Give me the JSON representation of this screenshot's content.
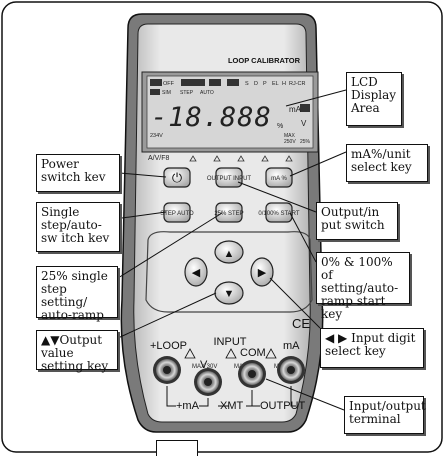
{
  "device": {
    "title": "LOOP CALIBRATOR",
    "lcd": {
      "indicators_row1": [
        "OFF",
        "S",
        "D",
        "P",
        "EL",
        "H",
        "RJ-CR"
      ],
      "indicators_row2": [
        "SIM",
        "STEP",
        "AUTO"
      ],
      "digits": "-18.888",
      "units_right": [
        "mA",
        "V"
      ],
      "sub_left": "234V",
      "sub_right": [
        "MAX",
        "250V",
        "25%"
      ],
      "percent_mark": "%",
      "bottom_left": "A/V/F8"
    },
    "keys": {
      "power": "⏻",
      "output_input": "OUTPUT INPUT",
      "ma_unit": "mA %",
      "step_auto": "STEP AUTO",
      "percent25": "25% STEP",
      "zero_100": "0/100% START",
      "up": "▲",
      "down": "▼",
      "left": "◀",
      "right": "▶"
    },
    "ce_mark": "CE",
    "jacks": {
      "input_label": "INPUT",
      "loop": "+LOOP",
      "v": "V",
      "com": "COM",
      "ma": "mA",
      "rating": "MAX 30V",
      "ma_bracket": "+mA-",
      "xmt_bracket": "XMT",
      "output_label": "OUTPUT"
    }
  },
  "callouts": {
    "lcd": "LCD Display Area",
    "unit_key": "mA%/unit select key",
    "power": "Power switch kev",
    "output_input": "Output/in put switch",
    "step_auto": "Single step/auto-sw itch kev",
    "pct_25": "25% single step setting/ auto-ramp",
    "zero_100": "0% & 100% of setting/auto-ramp start key",
    "output_value": "▲▼Output value setting key",
    "digit_select": "◀ ▶ Input digit select key",
    "terminal": "Input/output terminal"
  }
}
